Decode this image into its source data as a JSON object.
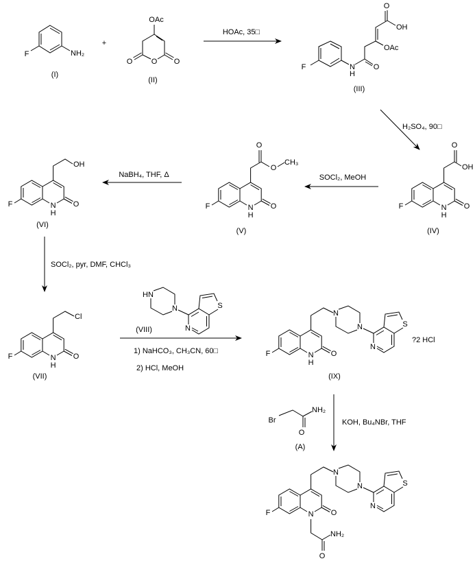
{
  "atoms": {
    "F": "F",
    "N": "N",
    "H": "H",
    "O": "O",
    "S": "S",
    "OH": "OH",
    "NH2": "NH₂",
    "OAc": "OAc",
    "HN": "HN",
    "Cl": "Cl",
    "Br": "Br",
    "CH3": "CH₃"
  },
  "compounds": {
    "I": "(I)",
    "II": "(II)",
    "III": "(III)",
    "IV": "(IV)",
    "V": "(V)",
    "VI": "(VI)",
    "VII": "(VII)",
    "VIII": "(VIII)",
    "IX": "(IX)",
    "A": "(A)"
  },
  "plus": "+",
  "salt": "?2 HCl",
  "conditions": {
    "step1": "HOAc, 35□",
    "step2": "H₂SO₄, 90□",
    "step3": "SOCl₂, MeOH",
    "step4": "NaBH₄, THF, Δ",
    "step5": "SOCl₂, pyr, DMF, CHCl₃",
    "step6a": "1) NaHCO₃, CH₃CN, 60□",
    "step6b": "2) HCl, MeOH",
    "step7": "KOH, Bu₄NBr, THF"
  }
}
